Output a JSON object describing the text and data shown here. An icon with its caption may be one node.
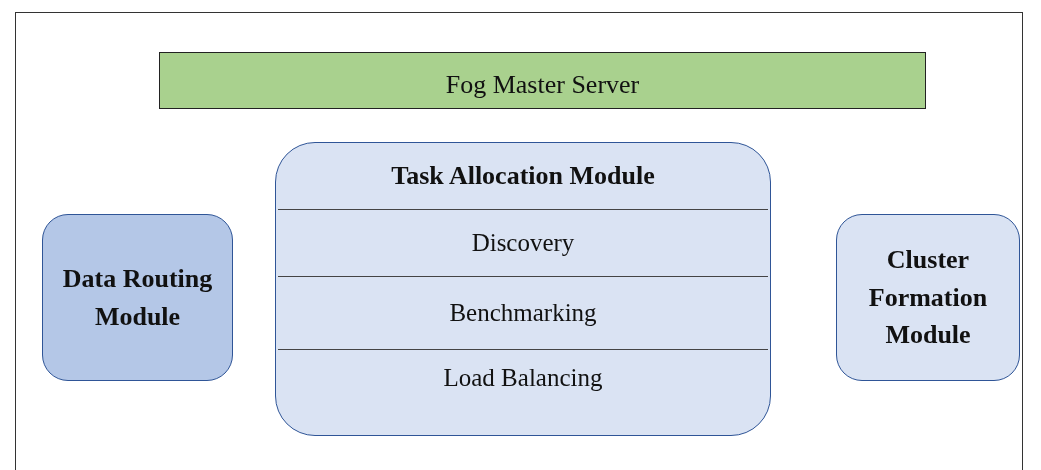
{
  "diagram": {
    "nodes": [
      {
        "text": [
          "Fog Master Server"
        ]
      },
      {
        "text": [
          "Task Allocation Module"
        ]
      },
      {
        "text": [
          "Discovery"
        ],
        "in": 1
      },
      {
        "text": [
          "Benchmarking"
        ],
        "in": 1
      },
      {
        "text": [
          "Load Balancing"
        ],
        "in": 1
      },
      {
        "text": [
          "Data Routing Module"
        ]
      },
      {
        "text": [
          "Cluster Formation Module"
        ]
      }
    ]
  }
}
